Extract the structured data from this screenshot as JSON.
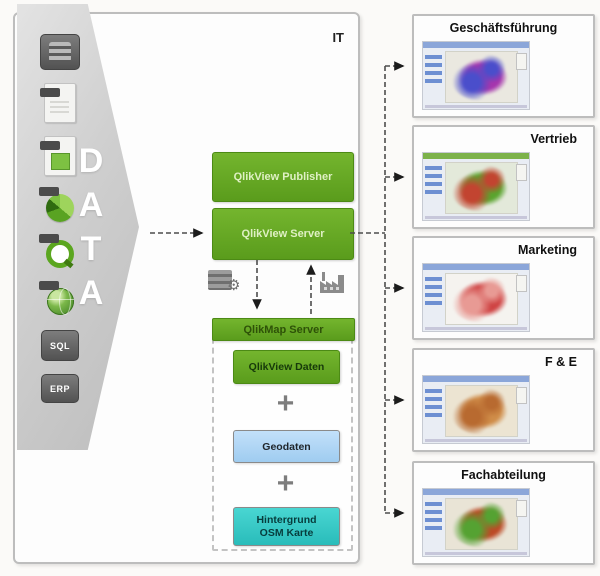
{
  "diagram": {
    "it_label": "IT",
    "data_arrow": {
      "letters": [
        "D",
        "A",
        "T",
        "A"
      ]
    },
    "source_icons": [
      {
        "name": "database-icon"
      },
      {
        "name": "text-file-icon"
      },
      {
        "name": "excel-file-icon"
      },
      {
        "name": "qlikview-pie-icon"
      },
      {
        "name": "qlik-q-icon"
      },
      {
        "name": "globe-icon"
      },
      {
        "name": "sql-icon",
        "label": "SQL"
      },
      {
        "name": "erp-icon",
        "label": "ERP"
      }
    ],
    "service_icons": [
      {
        "name": "server-gear-icon"
      },
      {
        "name": "factory-icon"
      }
    ],
    "boxes": {
      "publisher": "QlikView Publisher",
      "server": "QlikView Server",
      "map_server": "QlikMap Server",
      "qlikview_daten": "QlikView Daten",
      "geodaten": "Geodaten",
      "hintergrund_line1": "Hintergrund",
      "hintergrund_line2": "OSM Karte",
      "plus": "+"
    },
    "panels": [
      {
        "title": "Geschäftsführung",
        "header_color": "#8ba6d9",
        "map_bg": "#eae8e0",
        "blob1": "#a535ad",
        "blob2": "#4a4ecb"
      },
      {
        "title": "Vertrieb",
        "header_color": "#7cb24a",
        "map_bg": "#e3e9da",
        "blob1": "#5aa42e",
        "blob2": "#c24430"
      },
      {
        "title": "Marketing",
        "header_color": "#8ba6d9",
        "map_bg": "#f5f3ef",
        "blob1": "#cf4444",
        "blob2": "#e89a94"
      },
      {
        "title": "F & E",
        "header_color": "#8ba6d9",
        "map_bg": "#ece4d2",
        "blob1": "#cf8c48",
        "blob2": "#b86a30"
      },
      {
        "title": "Fachabteilung",
        "header_color": "#8ba6d9",
        "map_bg": "#e9e4d6",
        "blob1": "#bc4a26",
        "blob2": "#55a232"
      }
    ],
    "colors": {
      "green": "#5a9c1c",
      "green_light": "#74b52e",
      "geo_blue": "#9fccf0",
      "osm_teal": "#29bcba",
      "connector": "#4d4d4d"
    }
  }
}
